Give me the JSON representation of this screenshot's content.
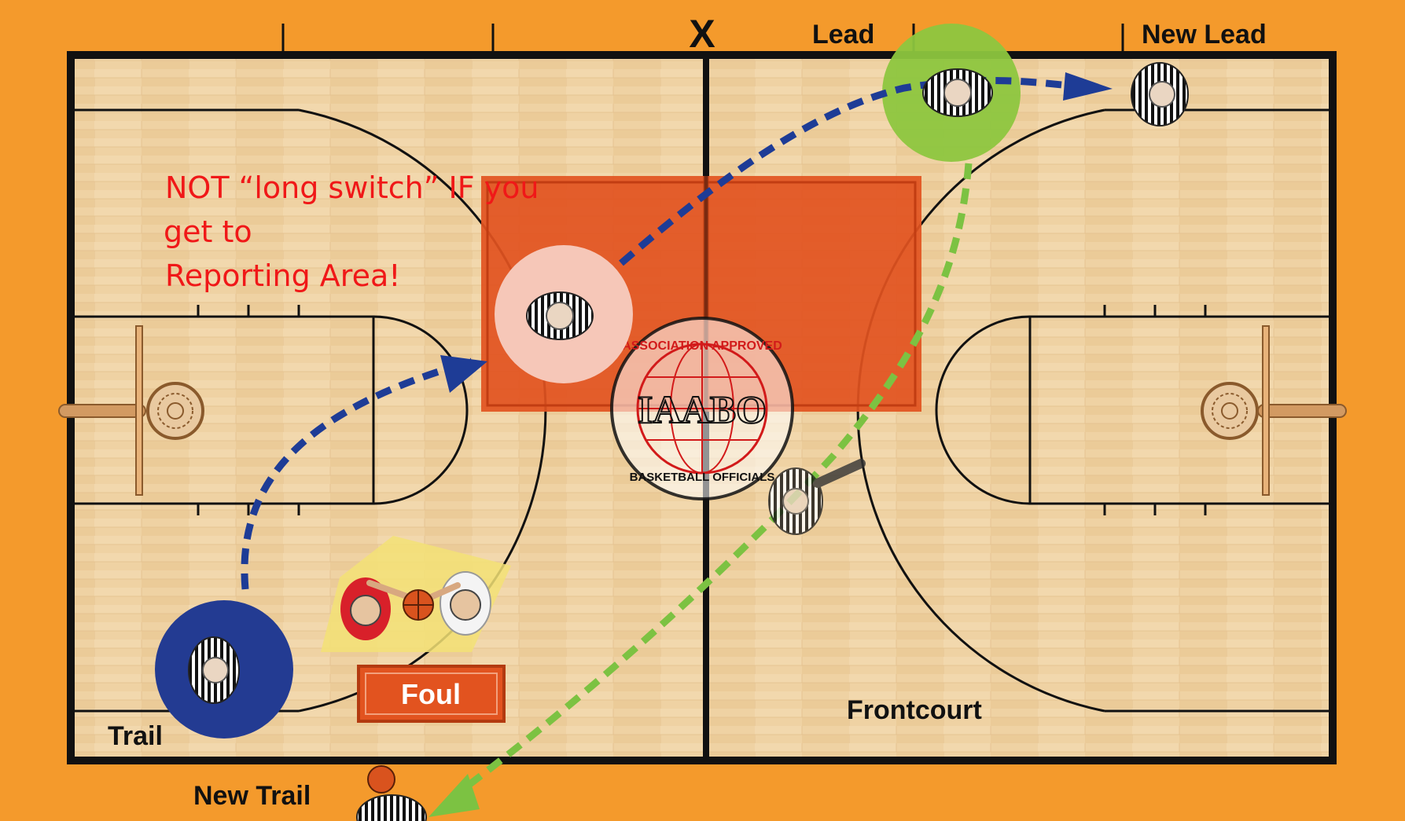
{
  "labels": {
    "x_mark": "X",
    "lead": "Lead",
    "new_lead": "New Lead",
    "trail": "Trail",
    "new_trail": "New Trail",
    "frontcourt": "Frontcourt",
    "foul": "Foul"
  },
  "note": {
    "line1": "NOT “long switch” IF you",
    "line2": "get to",
    "line3": "Reporting Area!"
  },
  "logo": {
    "top_text": "ASSOCIATION APPROVED",
    "middle_text": "IAABO",
    "bottom_text": "BASKETBALL OFFICIALS"
  },
  "colors": {
    "apron": "#f49a2c",
    "court_wood": "#efd2a3",
    "reporting_area": "#e2531f",
    "lead_circle": "#8dc63f",
    "trail_circle": "#233b92",
    "reporting_circle": "#f6c7b8",
    "trail_path": "#1e3c96",
    "lead_path": "#7cc242",
    "note_text": "#f01818"
  },
  "icons": {
    "referee": "striped-shirt-referee-topview",
    "ball": "basketball",
    "basket": "hoop-and-net"
  }
}
